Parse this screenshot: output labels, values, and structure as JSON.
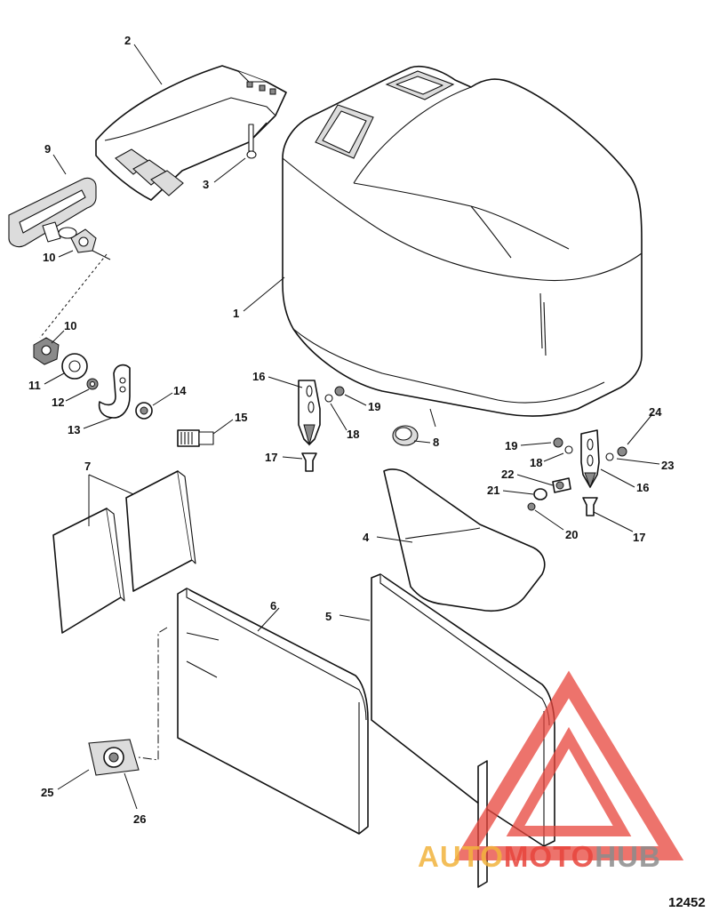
{
  "callouts": {
    "c1": "1",
    "c2": "2",
    "c3": "3",
    "c4": "4",
    "c5": "5",
    "c6": "6",
    "c7": "7",
    "c8": "8",
    "c9": "9",
    "c10a": "10",
    "c10b": "10",
    "c11": "11",
    "c12": "12",
    "c13": "13",
    "c14": "14",
    "c15": "15",
    "c16a": "16",
    "c16b": "16",
    "c17a": "17",
    "c17b": "17",
    "c18a": "18",
    "c18b": "18",
    "c19a": "19",
    "c19b": "19",
    "c20": "20",
    "c21": "21",
    "c22": "22",
    "c23": "23",
    "c24": "24",
    "c25": "25",
    "c26": "26"
  },
  "drawing_number": "12452",
  "watermark": {
    "part1": "AUTO",
    "part2": "MOTO",
    "part3": "HUB",
    "color_auto": "#f2b33d",
    "color_moto": "#e8453c",
    "color_hub": "#8c8c8c",
    "logo_color": "#e8453c"
  }
}
